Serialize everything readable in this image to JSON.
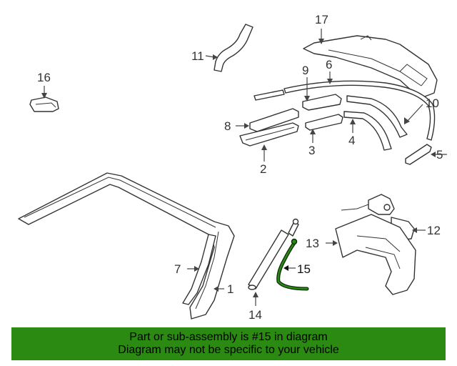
{
  "callouts": {
    "c1": "1",
    "c2": "2",
    "c3": "3",
    "c4": "4",
    "c5": "5",
    "c6": "6",
    "c7": "7",
    "c8": "8",
    "c9": "9",
    "c10": "10",
    "c11": "11",
    "c12": "12",
    "c13": "13",
    "c14": "14",
    "c15": "15",
    "c16": "16",
    "c17": "17"
  },
  "highlight": {
    "part": "15",
    "color": "#2a8a12"
  },
  "banner": {
    "line1": "Part or sub-assembly is #15 in diagram",
    "line2": "Diagram may not be specific to your vehicle",
    "background": "#2a8a12"
  }
}
